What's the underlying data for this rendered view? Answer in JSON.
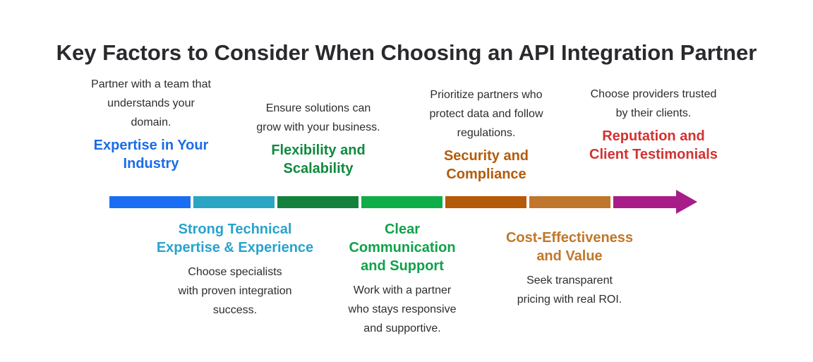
{
  "title": "Key Factors to Consider When Choosing an API Integration Partner",
  "factors": [
    {
      "id": 1,
      "position": "top",
      "heading": "Expertise in Your\nIndustry",
      "description": "Partner with a team that\nunderstands your\ndomain.",
      "heading_color": "#1a6ce8",
      "segment_color": "#1b6ef3"
    },
    {
      "id": 2,
      "position": "bottom",
      "heading": "Strong Technical\nExpertise & Experience",
      "description": "Choose specialists\nwith proven integration\nsuccess.",
      "heading_color": "#29a3cc",
      "segment_color": "#2aa5c4"
    },
    {
      "id": 3,
      "position": "top",
      "heading": "Flexibility and\nScalability",
      "description": "Ensure solutions can\ngrow with your business.",
      "heading_color": "#0e8a3d",
      "segment_color": "#14823c"
    },
    {
      "id": 4,
      "position": "bottom",
      "heading": "Clear\nCommunication\nand Support",
      "description": "Work with a partner\nwho stays responsive\nand supportive.",
      "heading_color": "#11a14b",
      "segment_color": "#0fad48"
    },
    {
      "id": 5,
      "position": "top",
      "heading": "Security and\nCompliance",
      "description": "Prioritize partners who\nprotect data and follow\nregulations.",
      "heading_color": "#b45b0a",
      "segment_color": "#b55a08"
    },
    {
      "id": 6,
      "position": "bottom",
      "heading": "Cost-Effectiveness\nand Value",
      "description": "Seek transparent\npricing with real ROI.",
      "heading_color": "#c0772a",
      "segment_color": "#c0762c"
    },
    {
      "id": 7,
      "position": "top",
      "heading": "Reputation and\nClient Testimonials",
      "description": "Choose providers trusted\nby their clients.",
      "heading_color": "#d33230",
      "segment_color": "#a81c87"
    }
  ],
  "arrow": {
    "direction": "right",
    "head_color": "#a81c87"
  },
  "colors": {
    "background": "#ffffff",
    "title_text": "#2a2a2e",
    "description_text": "#2d2d2d"
  }
}
